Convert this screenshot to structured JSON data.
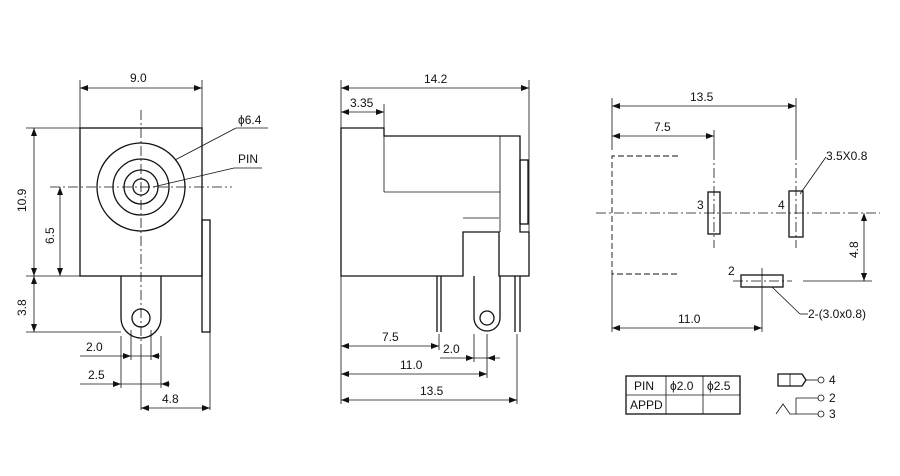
{
  "front_view": {
    "width": "9.0",
    "height_total": "10.9",
    "center_height": "6.5",
    "tab_height": "3.8",
    "outer_diameter": "ϕ6.4",
    "pin_label": "PIN",
    "pin_spacing": "2.0",
    "pin_offset": "2.5",
    "side_pin_offset": "4.8"
  },
  "side_view": {
    "length": "14.2",
    "front_step": "3.35",
    "dim_7_5": "7.5",
    "dim_2_0": "2.0",
    "dim_11_0": "11.0",
    "dim_13_5": "13.5"
  },
  "pcb_layout": {
    "total": "13.5",
    "pad_3_pos": "7.5",
    "pad_4_size": "3.5X0.8",
    "pad_spacing_v": "4.8",
    "pad_2_pos": "11.0",
    "pad_2_size": "2-(3.0x0.8)",
    "pad_3_label": "3",
    "pad_4_label": "4",
    "pad_2_label": "2"
  },
  "table": {
    "headers": [
      "PIN",
      "ϕ2.0",
      "ϕ2.5"
    ],
    "rows": [
      [
        "APPD",
        "",
        ""
      ]
    ]
  },
  "schematic": {
    "pin_4": "4",
    "pin_2": "2",
    "pin_3": "3"
  }
}
